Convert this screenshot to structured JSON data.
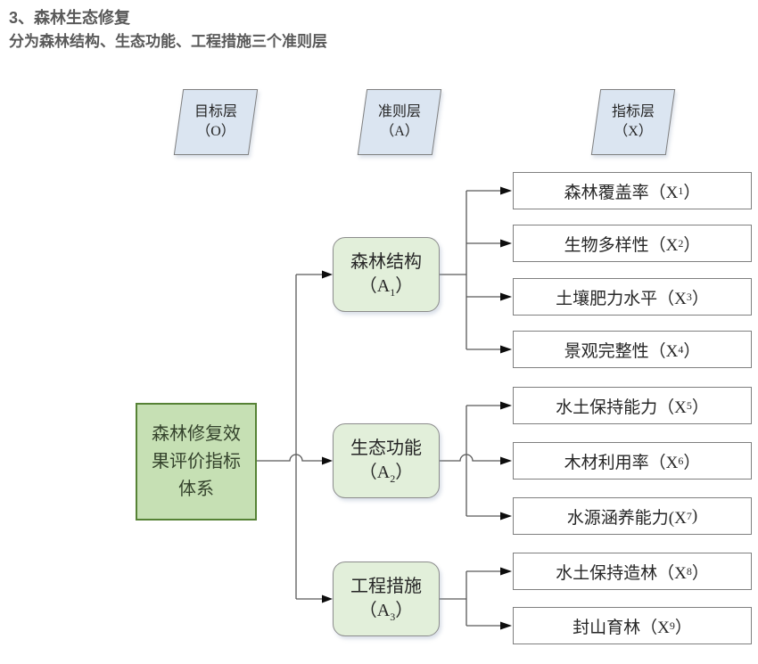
{
  "title": {
    "line1": "3、森林生态修复",
    "line2": "分为森林结构、生态功能、工程措施三个准则层"
  },
  "layer_headers": [
    {
      "name": "目标层",
      "code": "（O）"
    },
    {
      "name": "准则层",
      "code": "（A）"
    },
    {
      "name": "指标层",
      "code": "（X）"
    }
  ],
  "goal_box": {
    "lines": [
      "森林修复效",
      "果评价指标",
      "体系"
    ],
    "full_text": "森林修复效果评价指标体系"
  },
  "criteria": [
    {
      "name": "森林结构",
      "pre": "（A",
      "sub": "1",
      "post": "）"
    },
    {
      "name": "生态功能",
      "pre": "（A",
      "sub": "2",
      "post": "）"
    },
    {
      "name": "工程措施",
      "pre": "（A",
      "sub": "3",
      "post": "）"
    }
  ],
  "indicators": [
    {
      "pre": "森林覆盖率（X",
      "sub": "1",
      "post": "）",
      "parent": "A1"
    },
    {
      "pre": "生物多样性（X",
      "sub": "2",
      "post": "）",
      "parent": "A1"
    },
    {
      "pre": "土壤肥力水平（X",
      "sub": "3",
      "post": "）",
      "parent": "A1"
    },
    {
      "pre": "景观完整性（X",
      "sub": "4",
      "post": "）",
      "parent": "A1"
    },
    {
      "pre": "水土保持能力（X",
      "sub": "5",
      "post": "）",
      "parent": "A2"
    },
    {
      "pre": "木材利用率（X",
      "sub": "6",
      "post": "）",
      "parent": "A2"
    },
    {
      "pre": "水源涵养能力(X",
      "sub": "7",
      "post": ")",
      "parent": "A2"
    },
    {
      "pre": "水土保持造林（X",
      "sub": "8",
      "post": "）",
      "parent": "A3"
    },
    {
      "pre": "封山育林（X",
      "sub": "9",
      "post": "）",
      "parent": "A3"
    }
  ],
  "colors": {
    "header_fill": "#dbe5f1",
    "goal_fill": "#c6e0b4",
    "goal_border": "#568235",
    "criteria_fill": "#e2efda",
    "box_border": "#7f7f7f",
    "connector": "#595959",
    "arrowhead": "#0d0d0d",
    "title_text": "#595959"
  }
}
